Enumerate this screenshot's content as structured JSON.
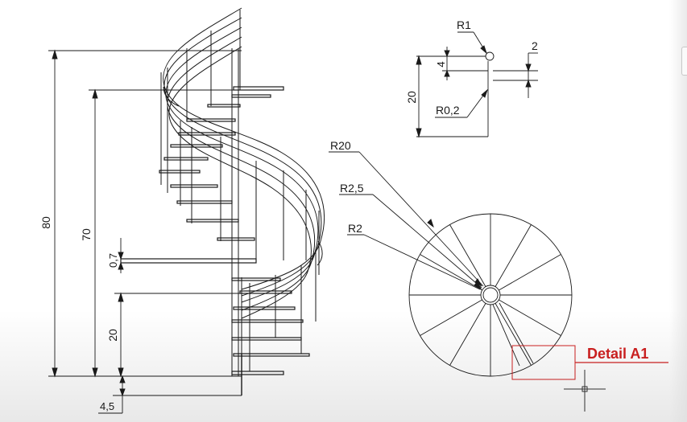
{
  "drawing": {
    "elevation_dims": {
      "total_height": "80",
      "height_70": "70",
      "step_thickness": "0,7",
      "lower_height": "20",
      "base_offset": "4,5"
    },
    "detail_dims": {
      "r1": "R1",
      "r02": "R0,2",
      "height_4": "4",
      "height_20": "20",
      "gap_2": "2"
    },
    "plan_dims": {
      "r20": "R20",
      "r25": "R2,5",
      "r2": "R2"
    },
    "detail_callout": {
      "label": "Detail A1",
      "color": "#d02020"
    }
  },
  "colors": {
    "line": "#1a1a1a",
    "callout": "#d02020"
  }
}
